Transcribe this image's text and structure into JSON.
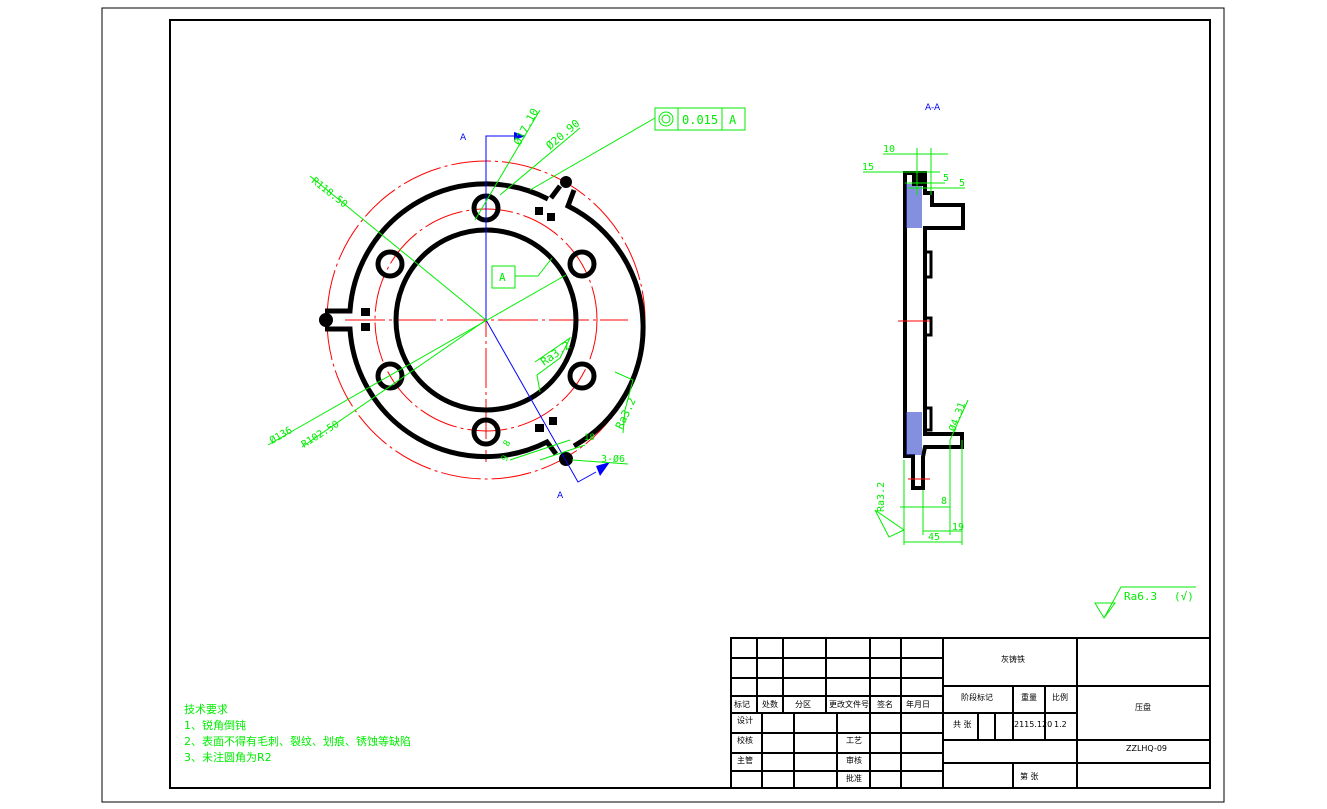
{
  "section_label": "A",
  "section_view_title": "A-A",
  "colors": {
    "dimension": "#00ee00",
    "centerline": "#ff0000",
    "section": "#0000ff",
    "outline": "#000000"
  },
  "front_view": {
    "dims": {
      "d_hole": "Ø17.10",
      "d_counterbore": "Ø20.90",
      "r_outer": "R118.50",
      "d_136": "Ø136",
      "r_102": "R102.50",
      "ra_inner": "Ra3.2",
      "ra_outer": "Ra3.2",
      "holes_3": "3-Ø6",
      "dim_18": "18",
      "dim_8": "8",
      "dim_9": "9"
    },
    "tolerance_frame": {
      "symbol": "concentricity",
      "value": "0.015",
      "datum": "A"
    },
    "datum_label": "A"
  },
  "side_view": {
    "dims": {
      "d10": "10",
      "d15": "15",
      "d5a": "5",
      "d5b": "5",
      "d4_31": "Ø4.31",
      "ra": "Ra3.2",
      "d8": "8",
      "d19": "19",
      "d45": "45"
    }
  },
  "general_roughness": {
    "value": "Ra6.3",
    "note": "(√)"
  },
  "tech_requirements": {
    "title": "技术要求",
    "items": [
      "1、锐角倒钝",
      "2、表面不得有毛刺、裂纹、划痕、锈蚀等缺陷",
      "3、未注圆角为R2"
    ]
  },
  "title_block": {
    "headers": [
      "标记",
      "处数",
      "分区",
      "更改文件号",
      "签名",
      "年月日"
    ],
    "roles": [
      "设计",
      "校核",
      "主管"
    ],
    "roles2": [
      "工艺",
      "审核",
      "批准"
    ],
    "material": "灰铸铁",
    "stage_label": "阶段标记",
    "weight_label": "重量",
    "scale_label": "比例",
    "sheets_label": "共 张",
    "weight": "2115.120",
    "scale": "1.2",
    "sheet_label": "第 张",
    "part_name": "压盘",
    "drawing_number": "ZZLHQ-09"
  }
}
